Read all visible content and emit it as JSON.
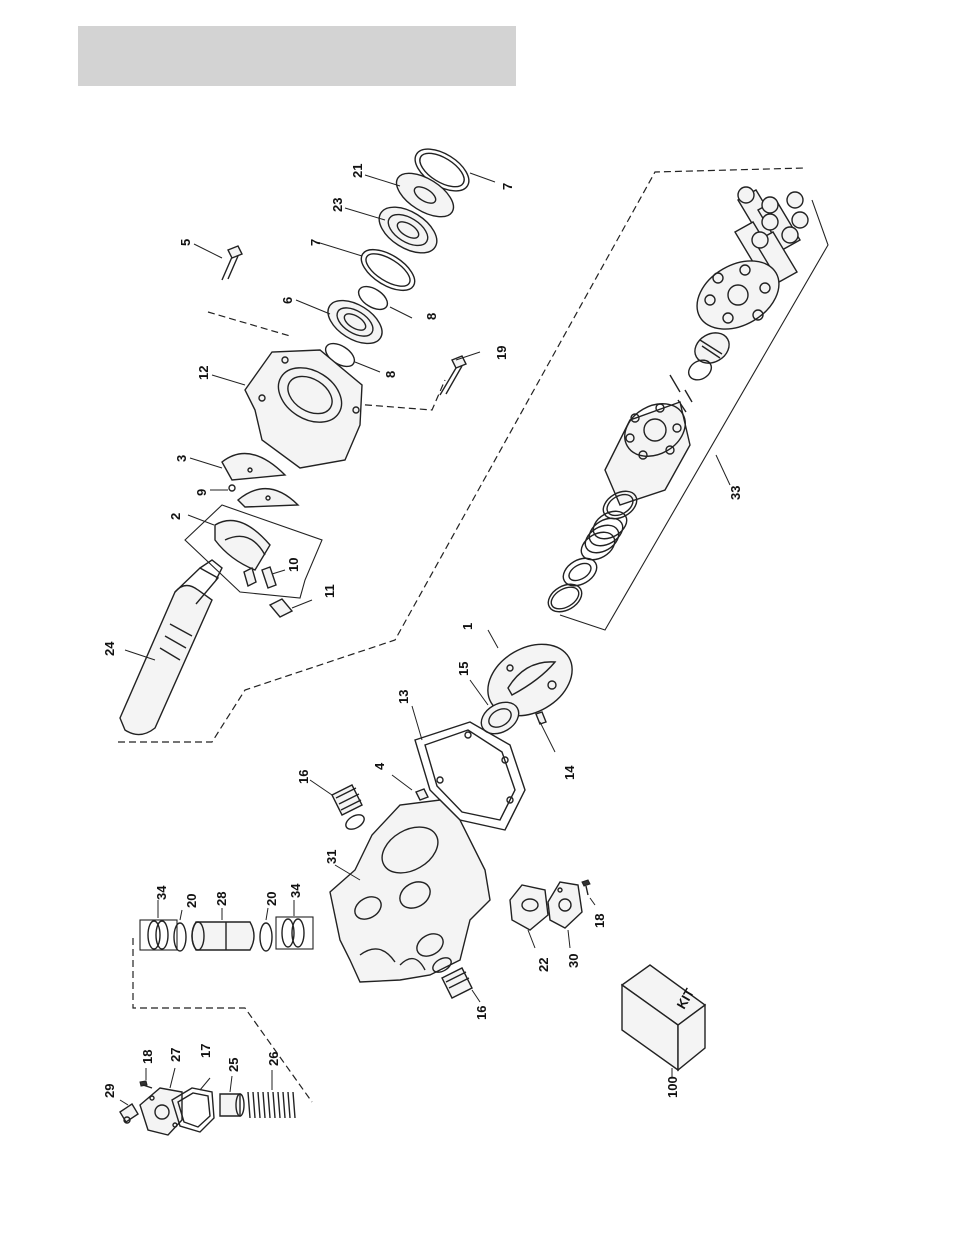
{
  "header": {
    "bar_color": "#d3d3d3"
  },
  "callouts": [
    "1",
    "2",
    "3",
    "4",
    "5",
    "6",
    "7",
    "7",
    "8",
    "8",
    "9",
    "10",
    "11",
    "12",
    "13",
    "14",
    "15",
    "16",
    "16",
    "17",
    "18",
    "18",
    "19",
    "20",
    "20",
    "21",
    "22",
    "23",
    "24",
    "25",
    "26",
    "27",
    "28",
    "29",
    "30",
    "31",
    "33",
    "34",
    "34",
    "100"
  ],
  "kit_label": "KIT",
  "colors": {
    "line": "#222222",
    "background": "#ffffff"
  }
}
